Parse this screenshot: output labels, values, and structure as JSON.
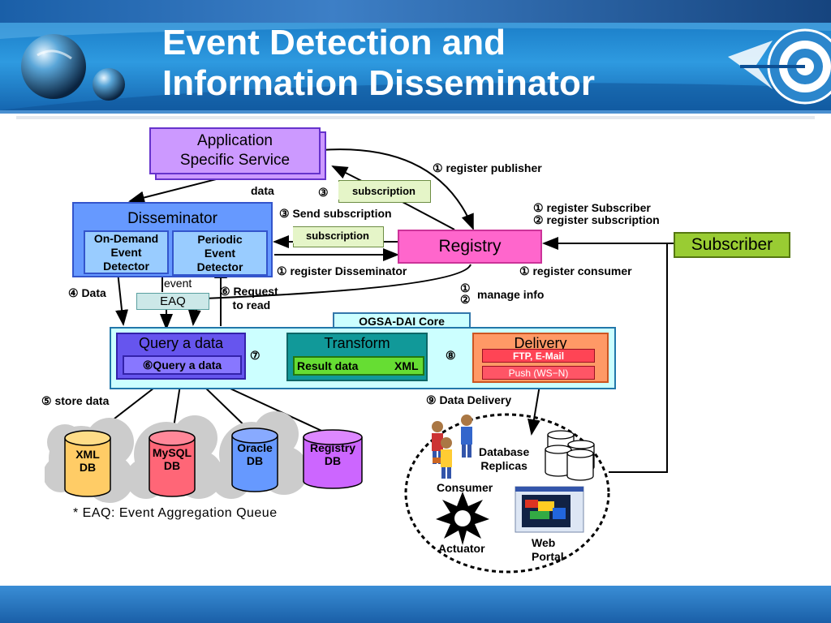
{
  "title": {
    "line1": "Event Detection and",
    "line2": "Information Disseminator"
  },
  "colors": {
    "header": "#1b7ec8",
    "app_service": "#cc99ff",
    "disseminator": "#6699ff",
    "registry": "#ff66cc",
    "subscriber": "#99cc33",
    "transform": "#119999",
    "delivery": "#ff9966",
    "core": "#ccffff"
  },
  "boxes": {
    "app_service": "Application\nSpecific Service",
    "disseminator": "Disseminator",
    "on_demand": "On-Demand\nEvent\nDetector",
    "periodic": "Periodic\nEvent\nDetector",
    "eaq": "EAQ",
    "event": "event",
    "registry": "Registry",
    "subscriber": "Subscriber",
    "ogsa_core": "OGSA-DAI Core",
    "query_data": "Query a data",
    "query_inner": "⑥Query a data",
    "transform": "Transform",
    "result_data": "Result data",
    "xml": "XML",
    "delivery": "Delivery",
    "ftp": "FTP, E-Mail",
    "push": "Push (WS−N)",
    "subscription1": "subscription",
    "subscription2": "subscription"
  },
  "labels": {
    "data": "data",
    "circ3": "③",
    "register_publisher": "①  register publisher",
    "send_subscription": "③ Send subscription",
    "register_subscriber": "① register Subscriber",
    "register_subscription": "②  register subscription",
    "register_disseminator": "①  register Disseminator",
    "register_consumer": "①  register consumer",
    "data4": "④  Data",
    "request_read": "⑥ Request\n    to read",
    "manage_info_1": "①",
    "manage_info_2": "②",
    "manage_info": "manage info",
    "circ7": "⑦",
    "circ8": "⑧",
    "store_data": "⑤  store data",
    "data_delivery": "⑨  Data Delivery",
    "db_replicas": "Database\nReplicas",
    "consumer": "Consumer",
    "actuator": "Actuator",
    "web_portal": "Web\nPortal",
    "eaq_note": "* EAQ: Event Aggregation Queue"
  },
  "databases": [
    {
      "label": "XML\nDB",
      "color": "#ffcc66"
    },
    {
      "label": "MySQL\nDB",
      "color": "#ff6677"
    },
    {
      "label": "Oracle\nDB",
      "color": "#6699ff"
    },
    {
      "label": "Registry\nDB",
      "color": "#cc66ff"
    }
  ]
}
